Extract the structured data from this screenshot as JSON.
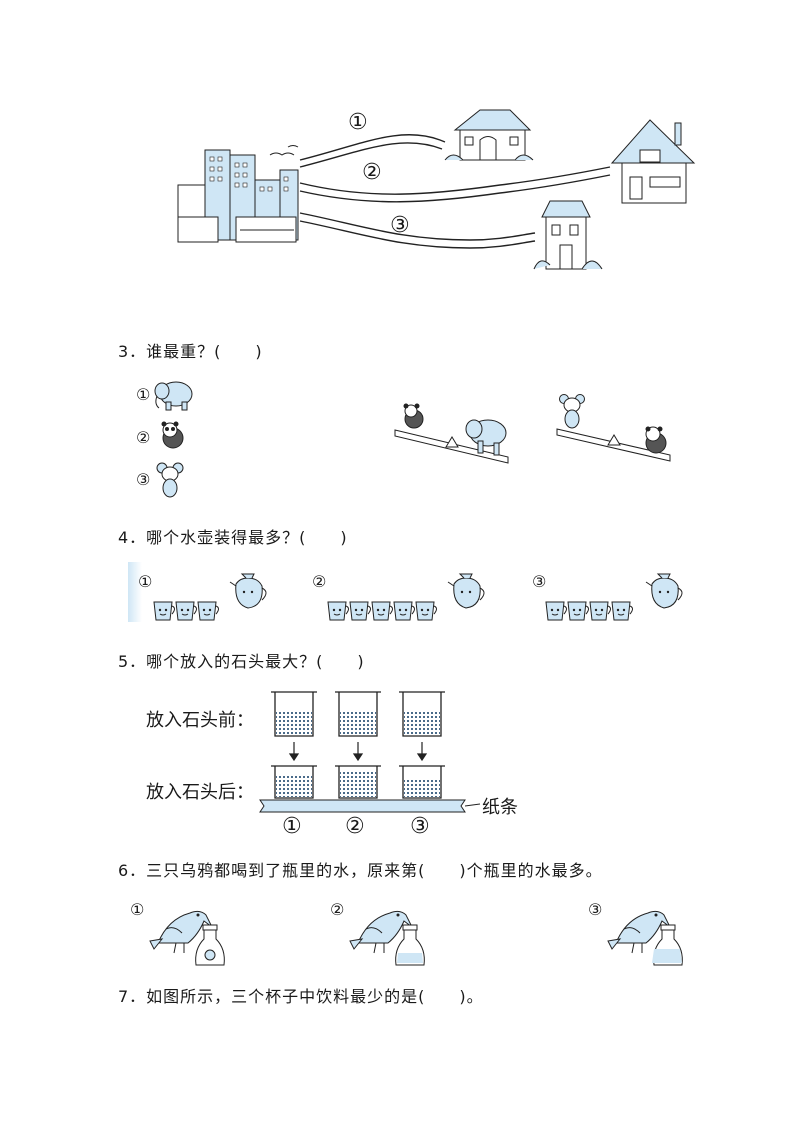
{
  "route_labels": [
    "①",
    "②",
    "③"
  ],
  "q3": {
    "text": "3．谁最重？(　　)",
    "options": [
      "①",
      "②",
      "③"
    ]
  },
  "q4": {
    "text": "4．哪个水壶装得最多？(　　)",
    "options": [
      "①",
      "②",
      "③"
    ],
    "cup_counts": [
      3,
      5,
      4
    ]
  },
  "q5": {
    "text": "5．哪个放入的石头最大？(　　)",
    "before_label": "放入石头前：",
    "after_label": "放入石头后：",
    "strip_label": "纸条",
    "options": [
      "①",
      "②",
      "③"
    ]
  },
  "q6": {
    "text": "6．三只乌鸦都喝到了瓶里的水，原来第(　　)个瓶里的水最多。",
    "options": [
      "①",
      "②",
      "③"
    ]
  },
  "q7": {
    "text": "7．如图所示，三个杯子中饮料最少的是(　　)。"
  },
  "colors": {
    "accent": "#cfe6f5",
    "line": "#222222",
    "water": "#4a6b8a"
  }
}
